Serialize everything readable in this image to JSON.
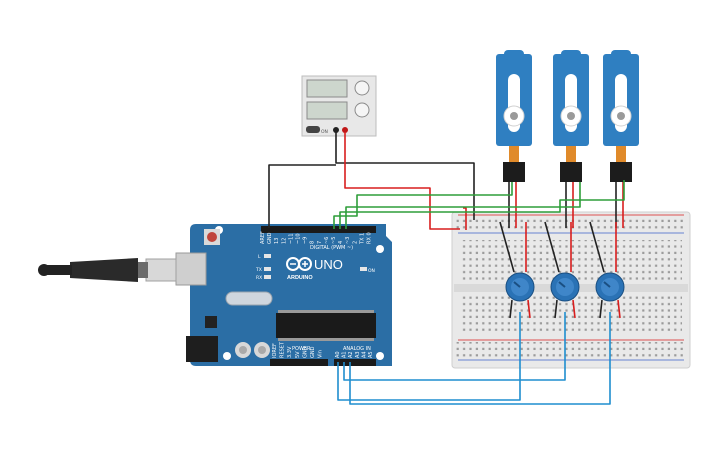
{
  "arduino": {
    "brand": "ARDUINO",
    "model": "UNO",
    "digital_label": "DIGITAL (PWM ~)",
    "power_label": "POWER",
    "analog_label": "ANALOG IN",
    "on_label": "ON",
    "led_l": "L",
    "led_tx": "TX",
    "led_rx": "RX",
    "digital_pins": [
      "AREF",
      "GND",
      "13",
      "12",
      "~11",
      "~10",
      "~9",
      "8",
      "7",
      "~6",
      "~5",
      "4",
      "~3",
      "2",
      "TX 1",
      "RX 0"
    ],
    "power_pins": [
      "IOREF",
      "RESET",
      "3.3V",
      "5V",
      "GND",
      "GND",
      "Vin"
    ],
    "analog_pins": [
      "A0",
      "A1",
      "A2",
      "A3",
      "A4",
      "A5"
    ]
  },
  "power_supply": {
    "output_label": "ON"
  },
  "colors": {
    "board": "#2b6ea5",
    "servo": "#2f7fc1",
    "breadboard": "#e6e6e6",
    "wire_red": "#d81e1e",
    "wire_black": "#222222",
    "wire_green": "#2e9e3a",
    "wire_blue": "#1f8ecf",
    "pot_body": "#2a72b5"
  },
  "icons": [
    "usb-cable-icon",
    "servo-icon",
    "potentiometer-icon",
    "power-supply-icon",
    "arduino-logo-icon"
  ]
}
